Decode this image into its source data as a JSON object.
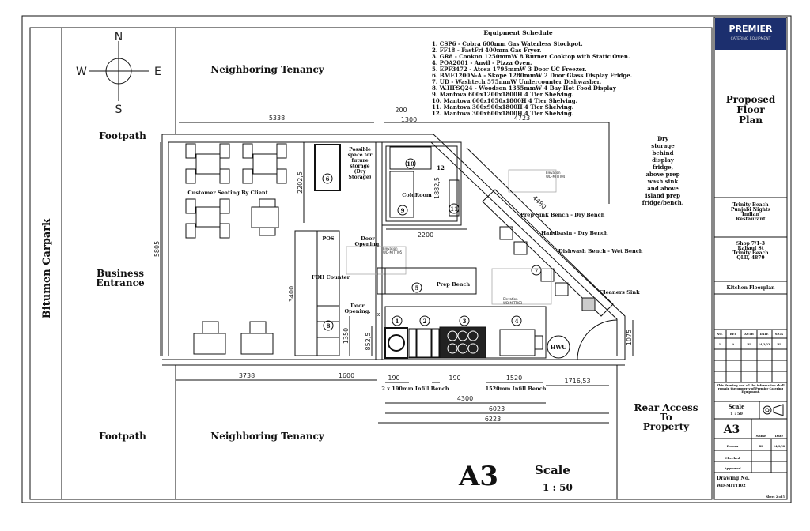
{
  "compass": {
    "n": "N",
    "s": "S",
    "e": "E",
    "w": "W"
  },
  "site": {
    "bitumen_carpark": "Bitumen Carpark",
    "footpath_top": "Footpath",
    "footpath_bottom": "Footpath",
    "business_entrance_1": "Business",
    "business_entrance_2": "Entrance",
    "neighboring_top": "Neighboring Tenancy",
    "neighboring_bottom": "Neighboring Tenancy",
    "rear_access": [
      "Rear Access",
      "To",
      "Property"
    ]
  },
  "equipment_schedule": {
    "title": "Equipment Schedule",
    "items": [
      "1. CSP6 - Cobra 600mm Gas Waterless Stockpot.",
      "2. FF18 - FastFri 400mm Gas Fryer.",
      "3. GR8 - Cookon 1250mmW 8 Burner Cooktop with Static Oven.",
      "4. POA2001 - Anvil - Pizza Oven.",
      "5. EPF3472 - Atosa 1795mmW 3 Door UC Freezer.",
      "6. BME1200N-A - Skope 1280mmW 2 Door Glass Display Fridge.",
      "7. UD - Washtech 575mmW Undercounter Dishwasher.",
      "8. W.HFSQ24 - Woodson 1355mmW 4 Bay Hot Food Display",
      "9. Mantova 600x1200x1800H 4 Tier Shelving.",
      "10. Mantova 600x1050x1800H 4 Tier Shelving.",
      "11. Mantova 300x900x1800H 4 Tier Shelving.",
      "12. Mantova 300x600x1800H 4 Tier Shelving."
    ]
  },
  "labels": {
    "customer_seating": "Customer Seating By Client",
    "possible_space": [
      "Possible",
      "space for",
      "future",
      "storage",
      "(Dry",
      "Storage)"
    ],
    "cold_room": "ColdRoom",
    "pos": "POS",
    "door_opening_1": [
      "Door",
      "Opening."
    ],
    "door_opening_2": [
      "Door",
      "Opening."
    ],
    "foh_counter": "FOH Counter",
    "prep_bench": "Prep Bench",
    "prep_sink_bench": "Prep Sink Bench - Dry Bench",
    "handbasin": "Handbasin - Dry Bench",
    "dishwash": "Dishwash Bench - Wet Bench",
    "cleaners_sink": "Cleaners Sink",
    "hwu": "HWU",
    "infill_190": "2 x 190mm Infill Bench",
    "infill_1520": "1520mm Infill Bench",
    "dry_storage_note": [
      "Dry",
      "storage",
      "behind",
      "display",
      "fridge,",
      "above prep",
      "wash sink",
      "and above",
      "island prep",
      "fridge/bench."
    ],
    "elevation_1": [
      "Elevation",
      "WD-MITTI04"
    ],
    "elevation_2": [
      "Elevation",
      "WD-MITTI05"
    ],
    "elevation_3": [
      "Elevation",
      "WD-MITTI03"
    ]
  },
  "equipment_numbers": [
    "1",
    "2",
    "3",
    "4",
    "5",
    "6",
    "7",
    "8",
    "9",
    "10",
    "11",
    "12"
  ],
  "dimensions": {
    "d5338": "5338",
    "d200": "200",
    "d1300": "1300",
    "d4723": "4723",
    "d2202": "2202,5",
    "d1882": "1882,5",
    "d4480": "4480",
    "d2200": "2200",
    "d5805": "5805",
    "d3400": "3400",
    "d1350": "1350",
    "d852": "852,5",
    "d8": "8",
    "d1075": "1075",
    "d3738": "3738",
    "d1600": "1600",
    "d190a": "190",
    "d190b": "190",
    "d1520": "1520",
    "d1716": "1716,53",
    "d4300": "4300",
    "d6023": "6023",
    "d6223": "6223"
  },
  "sheet": {
    "size": "A3",
    "scale_label": "Scale",
    "scale_value": "1 : 50"
  },
  "title_block": {
    "brand": "PREMIER",
    "brand_sub": "CATERING EQUIPMENT",
    "title": [
      "Proposed",
      "Floor",
      "Plan"
    ],
    "client": [
      "Trinity Beach",
      "Punjabi Nights",
      "Indian",
      "Restaurant"
    ],
    "address": [
      "Shop 7/1-3",
      "Rabaul St",
      "Trinity Beach",
      "QLD, 4879"
    ],
    "drawing_type": "Kitchen Floorplan",
    "rev_headers": [
      "NO.",
      "REV",
      "AUTH",
      "DATE",
      "SIGN"
    ],
    "rev_row": [
      "1",
      "A",
      "RL",
      "14/3/22",
      "RL"
    ],
    "disclaimer": "This drawing and all the information shall remain the property of Premier Catering Equipment.",
    "scale_label": "Scale",
    "scale_value": "1 : 50",
    "size": "A3",
    "name_label": "Name",
    "date_label": "Date",
    "drawn_label": "Drawn",
    "drawn_name": "RL",
    "drawn_date": "14/3/22",
    "checked_label": "Checked",
    "approved_label": "Approved",
    "drawing_no_label": "Drawing No.",
    "drawing_no": "WD-MITTI02",
    "sheet": "Sheet 2 of 5"
  }
}
